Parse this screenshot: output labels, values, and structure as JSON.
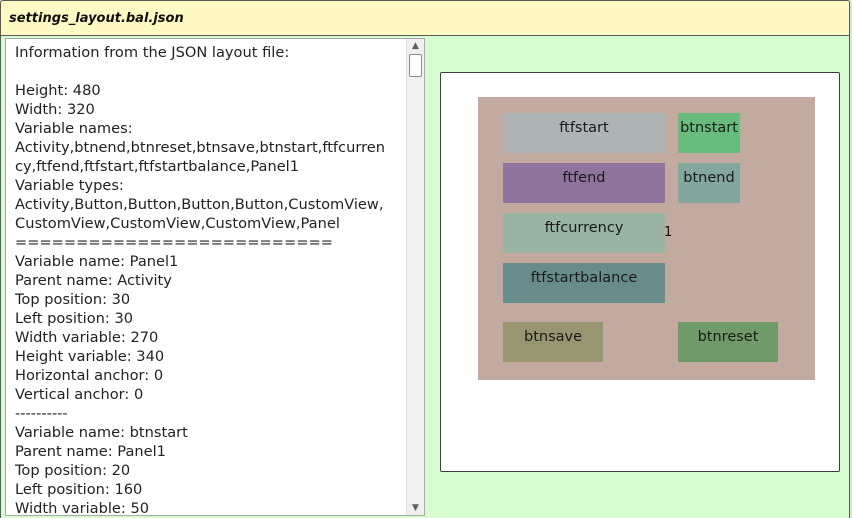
{
  "window": {
    "title": "settings_layout.bal.json"
  },
  "info": {
    "lines": [
      "Information from the JSON layout file:",
      "",
      "Height: 480",
      "Width: 320",
      "Variable names:",
      "Activity,btnend,btnreset,btnsave,btnstart,ftfcurren",
      "cy,ftfend,ftfstart,ftfstartbalance,Panel1",
      "Variable types:",
      "Activity,Button,Button,Button,Button,CustomView,",
      "CustomView,CustomView,CustomView,Panel",
      "==========================",
      "Variable name: Panel1",
      "Parent name: Activity",
      "Top position: 30",
      "Left position: 30",
      "Width variable: 270",
      "Height variable: 340",
      "Horizontal anchor: 0",
      "Vertical anchor: 0",
      "----------",
      "Variable name: btnstart",
      "Parent name: Panel1",
      "Top position: 20",
      "Left position: 160",
      "Width variable: 50"
    ]
  },
  "preview": {
    "panel_color": "#c3aaa1",
    "views": [
      {
        "name": "ftfstart",
        "color": "#aeb3b4"
      },
      {
        "name": "btnstart",
        "color": "#68bd7e"
      },
      {
        "name": "ftfend",
        "color": "#8e739d"
      },
      {
        "name": "btnend",
        "color": "#83a69d"
      },
      {
        "name": "ftfcurrency",
        "color": "#99b4a2"
      },
      {
        "name": "ftfstartbalance",
        "color": "#688c8b"
      },
      {
        "name": "btnsave",
        "color": "#979670"
      },
      {
        "name": "btnreset",
        "color": "#709b68"
      }
    ],
    "stray_glyph": "1"
  }
}
